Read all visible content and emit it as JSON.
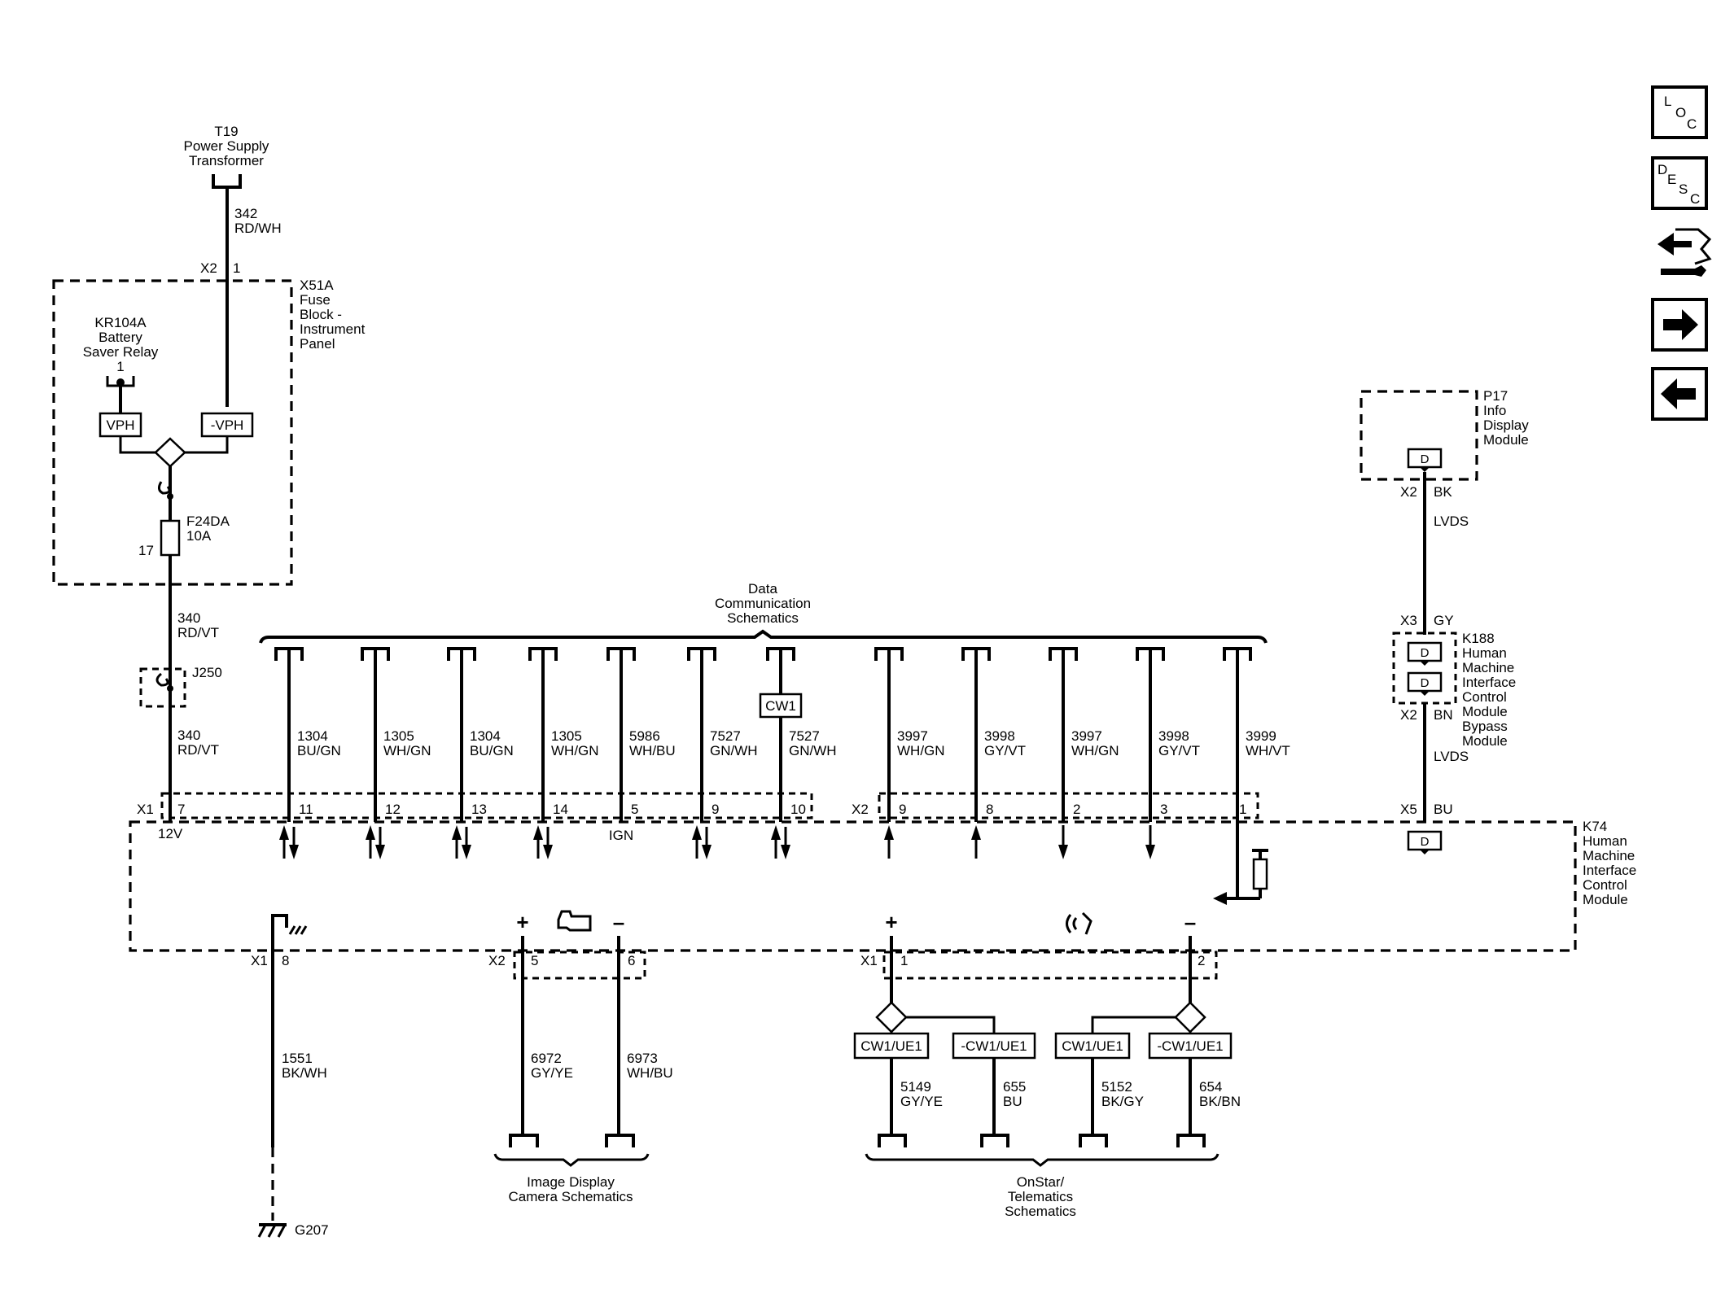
{
  "components": {
    "t19": [
      "T19",
      "Power Supply",
      "Transformer"
    ],
    "x51a": [
      "X51A",
      "Fuse",
      "Block -",
      "Instrument",
      "Panel"
    ],
    "kr104a": [
      "KR104A",
      "Battery",
      "Saver Relay"
    ],
    "kr104a_pin": "1",
    "f24da": [
      "F24DA",
      "10A"
    ],
    "f24da_pin": "17",
    "j250": "J250",
    "p17": [
      "P17",
      "Info",
      "Display",
      "Module"
    ],
    "k188": [
      "K188",
      "Human",
      "Machine",
      "Interface",
      "Control",
      "Module",
      "Bypass",
      "Module"
    ],
    "k74": [
      "K74",
      "Human",
      "Machine",
      "Interface",
      "Control",
      "Module"
    ],
    "g207": "G207"
  },
  "boxes": {
    "vph": "VPH",
    "neg_vph": "-VPH",
    "cw1": "CW1",
    "cw1_ue1": "CW1/UE1",
    "neg_cw1_ue1": "-CW1/UE1",
    "d": "D"
  },
  "connectors": {
    "x2": "X2",
    "x1": "X1",
    "x3": "X3",
    "x5": "X5",
    "x2_pin1": "1",
    "p17_x2_color": "BK",
    "k188_x3_color": "GY",
    "k188_x2_color": "BN",
    "k74_x5_color": "BU",
    "lvds": "LVDS"
  },
  "wires": {
    "w342": [
      "342",
      "RD/WH"
    ],
    "w340a": [
      "340",
      "RD/VT"
    ],
    "w340b": [
      "340",
      "RD/VT"
    ],
    "w1551": [
      "1551",
      "BK/WH"
    ],
    "w6972": [
      "6972",
      "GY/YE"
    ],
    "w6973": [
      "6973",
      "WH/BU"
    ],
    "w5149": [
      "5149",
      "GY/YE"
    ],
    "w655": [
      "655",
      "BU"
    ],
    "w5152": [
      "5152",
      "BK/GY"
    ],
    "w654": [
      "654",
      "BK/BN"
    ]
  },
  "bus": {
    "title": [
      "Data",
      "Communication",
      "Schematics"
    ],
    "wires": [
      {
        "circuit": "1304",
        "color": "BU/GN",
        "pin": "11"
      },
      {
        "circuit": "1305",
        "color": "WH/GN",
        "pin": "12"
      },
      {
        "circuit": "1304",
        "color": "BU/GN",
        "pin": "13"
      },
      {
        "circuit": "1305",
        "color": "WH/GN",
        "pin": "14"
      },
      {
        "circuit": "5986",
        "color": "WH/BU",
        "pin": "5"
      },
      {
        "circuit": "7527",
        "color": "GN/WH",
        "pin": "9"
      },
      {
        "circuit": "7527",
        "color": "GN/WH",
        "pin": "10"
      },
      {
        "circuit": "3997",
        "color": "WH/GN",
        "pin": "9"
      },
      {
        "circuit": "3998",
        "color": "GY/VT",
        "pin": "8"
      },
      {
        "circuit": "3997",
        "color": "WH/GN",
        "pin": "2"
      },
      {
        "circuit": "3998",
        "color": "GY/VT",
        "pin": "3"
      },
      {
        "circuit": "3999",
        "color": "WH/VT",
        "pin": "1"
      }
    ]
  },
  "pins": {
    "x1_p7": "7",
    "x1_p8": "8",
    "x2_p5": "5",
    "x2_p6": "6",
    "x1b_p1": "1",
    "x1b_p2": "2"
  },
  "module_labels": {
    "v12": "12V",
    "ign": "IGN",
    "plus": "+",
    "minus": "–"
  },
  "destinations": {
    "image": [
      "Image Display",
      "Camera Schematics"
    ],
    "onstar": [
      "OnStar/",
      "Telematics",
      "Schematics"
    ]
  },
  "nav": {
    "loc": [
      "L",
      "O",
      "C"
    ],
    "desc": [
      "D",
      "E",
      "S",
      "C"
    ]
  }
}
